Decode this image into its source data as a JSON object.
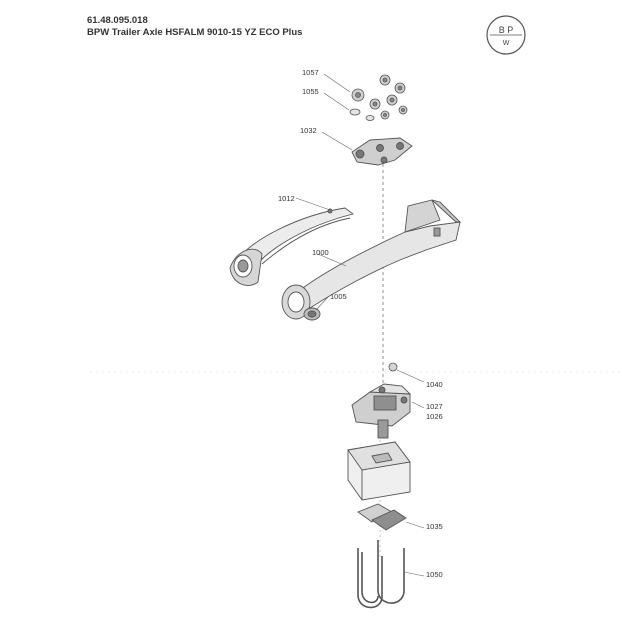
{
  "header": {
    "part_number": "61.48.095.018",
    "title": "BPW Trailer Axle HSFALM 9010-15 YZ ECO Plus"
  },
  "logo": {
    "text": "BPW"
  },
  "callouts": {
    "c1057": "1057",
    "c1055": "1055",
    "c1032": "1032",
    "c1012": "1012",
    "c1000": "1000",
    "c1005": "1005",
    "c1040": "1040",
    "c1027": "1027",
    "c1026": "1026",
    "c1035": "1035",
    "c1050": "1050"
  },
  "colors": {
    "line": "#555555",
    "fill_light": "#e8e8e8",
    "fill_mid": "#c8c8c8",
    "fill_dark": "#8a8a8a"
  }
}
